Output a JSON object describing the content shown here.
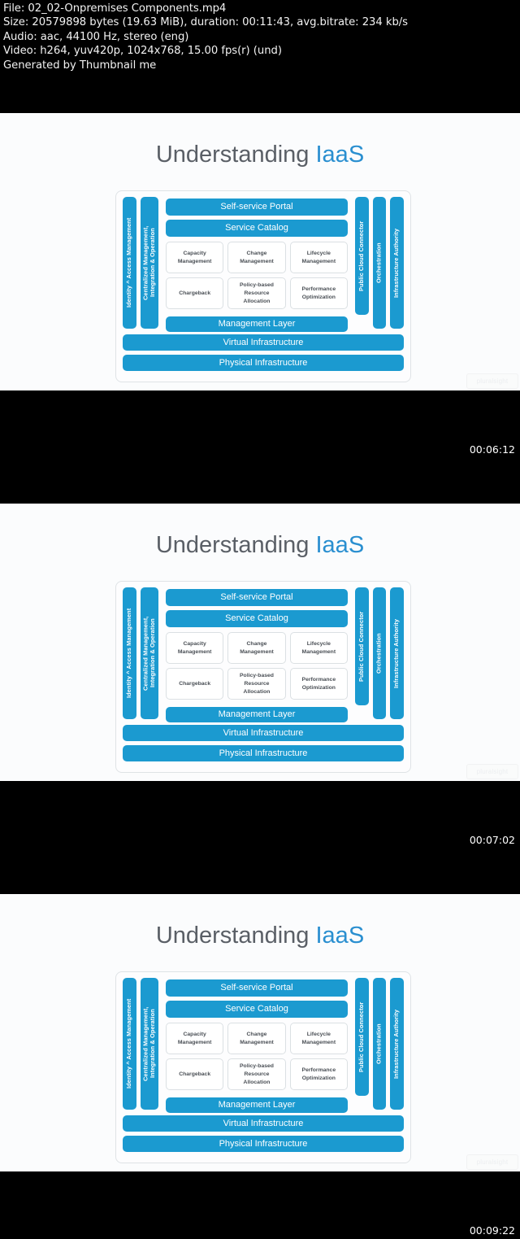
{
  "header": {
    "lines": [
      "File: 02_02-Onpremises Components.mp4",
      "Size: 20579898 bytes (19.63 MiB), duration: 00:11:43, avg.bitrate: 234 kb/s",
      "Audio: aac, 44100 Hz, stereo (eng)",
      "Video: h264, yuv420p, 1024x768, 15.00 fps(r) (und)",
      "Generated by Thumbnail me"
    ]
  },
  "colors": {
    "accent_blue": "#1b9ad0",
    "title_accent": "#2a8fd0",
    "title_gray": "#5a5f66",
    "slide_bg": "#fbfcfd",
    "background": "#000000"
  },
  "watermark": {
    "label": "pluralsight"
  },
  "slide": {
    "title_main": "Understanding ",
    "title_accent": "IaaS",
    "diagram": {
      "left_pillars": [
        {
          "label": "Identity ^ Access Management"
        },
        {
          "label": "Centralized Management,\nIntegration & Operation"
        }
      ],
      "right_pillars": [
        {
          "label": "Public Cloud Connector"
        },
        {
          "label": "Orchestration"
        },
        {
          "label": "Infrastructure Authority"
        }
      ],
      "top_bars": [
        {
          "label": "Self-service Portal"
        },
        {
          "label": "Service Catalog"
        }
      ],
      "cells": [
        {
          "label": "Capacity\nManagement"
        },
        {
          "label": "Change\nManagement"
        },
        {
          "label": "Lifecycle\nManagement"
        },
        {
          "label": "Chargeback"
        },
        {
          "label": "Policy-based\nResource\nAllocation"
        },
        {
          "label": "Performance\nOptimization"
        }
      ],
      "management_layer": {
        "label": "Management Layer"
      },
      "bottom_bars": [
        {
          "label": "Virtual Infrastructure"
        },
        {
          "label": "Physical Infrastructure"
        }
      ]
    }
  },
  "frames": [
    {
      "timestamp": "00:06:12"
    },
    {
      "timestamp": "00:07:02"
    },
    {
      "timestamp": "00:09:22"
    }
  ]
}
